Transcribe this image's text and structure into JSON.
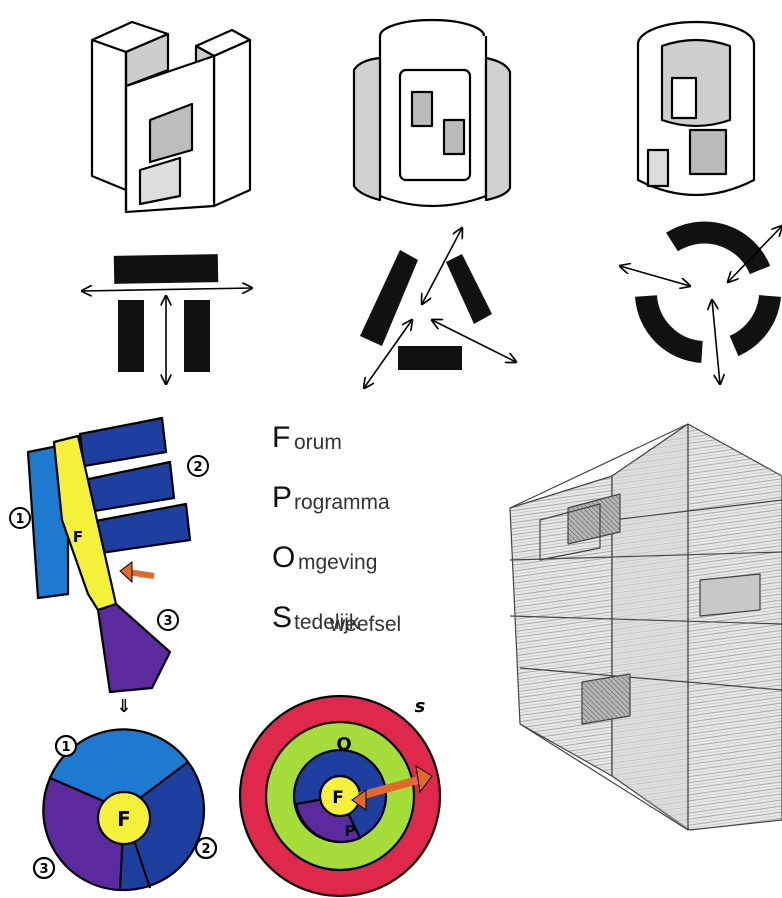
{
  "legend": {
    "items": [
      {
        "initial": "F",
        "rest": "orum"
      },
      {
        "initial": "P",
        "rest": "rogramma"
      },
      {
        "initial": "O",
        "rest": "mgeving"
      },
      {
        "initial": "S",
        "rest": "tedelijk"
      }
    ],
    "tail": "weefsel"
  },
  "sketch_labels": {
    "numbers": [
      "1",
      "2",
      "3"
    ],
    "forum_letter": "F",
    "ring_labels": [
      "O",
      "P",
      "s"
    ],
    "arrow_glyph": "⇓"
  },
  "colors": {
    "programma_blue": "#1f3fa0",
    "light_blue": "#1d7ad0",
    "forum_yellow": "#f5f03a",
    "stedelijk_purple": "#5a2a9e",
    "omgeving_green": "#a6dd3a",
    "stedelijk_red": "#e0284c",
    "arrow_orange": "#e2692a"
  }
}
